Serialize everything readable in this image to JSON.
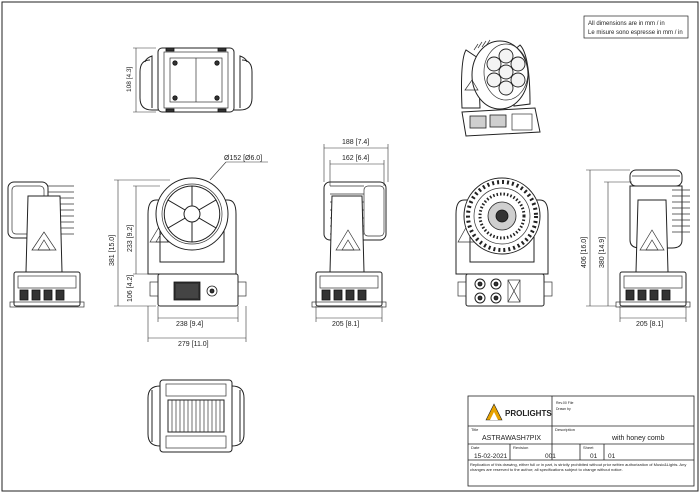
{
  "note": {
    "line1": "All dimensions are in mm / in",
    "line2": "Le misure sono espresse in mm / in"
  },
  "dimensions": {
    "top_depth": "108 [4.3]",
    "lens_diameter": "Ø152 [Ø6.0]",
    "total_height": "381 [15.0]",
    "yoke_height": "233 [9.2]",
    "base_height": "106 [4.2]",
    "base_width": "238 [9.4]",
    "handle_width": "279 [11.0]",
    "side_depth": "188 [7.4]",
    "side_head": "162 [6.4]",
    "side_base": "205 [8.1]",
    "rear_total_height": "406 [16.0]",
    "rear_height": "380 [14.9]",
    "rear_base": "205 [8.1]"
  },
  "title_block": {
    "brand": "PROLIGHTS",
    "model": "ASTRAWASH7PIX",
    "description": "with honey comb",
    "date": "15-02-2021",
    "revision": "001",
    "sheet_number": "01",
    "sheet_total": "01",
    "labels": {
      "title": "Title",
      "descr": "Description",
      "date": "Date",
      "rev": "Revision",
      "sheet": "Sheet"
    },
    "small_a": "Rev.00 File",
    "small_b": "Drawn by",
    "disclaimer": "Replication of this drawing, either full or in part, is strictly prohibited without prior written authorization of Music&Lights. Any changes are reserved to the author; all specifications subject to change without notice."
  }
}
